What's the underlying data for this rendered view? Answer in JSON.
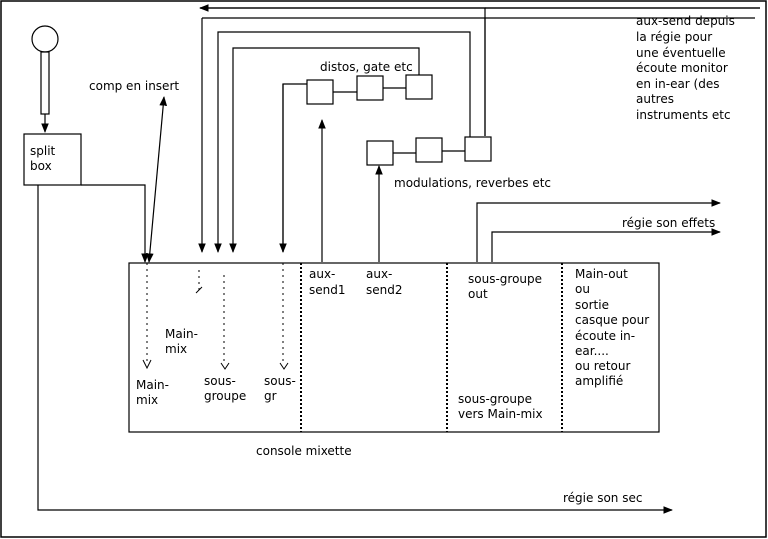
{
  "labels": {
    "split_box": [
      "split",
      "box"
    ],
    "comp_insert": "comp en insert",
    "distos": "distos, gate etc",
    "modulations": "modulations, reverbes etc",
    "aux_send_note": [
      "aux-send depuis",
      "la régie pour",
      "une éventuelle",
      "écoute monitor",
      "en in-ear (des",
      "autres",
      "instruments etc"
    ],
    "regie_effets": "régie son effets",
    "regie_sec": "régie son sec",
    "console": "console mixette",
    "main_mix_upper": [
      "Main-",
      "mix"
    ],
    "main_mix_lower": [
      "Main-",
      "mix"
    ],
    "sous_groupe": [
      "sous-",
      "groupe"
    ],
    "sous_gr": [
      "sous-",
      "gr"
    ],
    "aux_send1": [
      "aux-",
      "send1"
    ],
    "aux_send2": [
      "aux-",
      "send2"
    ],
    "sous_groupe_out": [
      "sous-groupe",
      "out"
    ],
    "sous_groupe_vers": [
      "sous-groupe",
      "vers Main-mix"
    ],
    "main_out": [
      "Main-out",
      "ou",
      "sortie",
      "casque pour",
      "écoute in-",
      "ear....",
      "ou retour",
      "amplifié"
    ]
  }
}
